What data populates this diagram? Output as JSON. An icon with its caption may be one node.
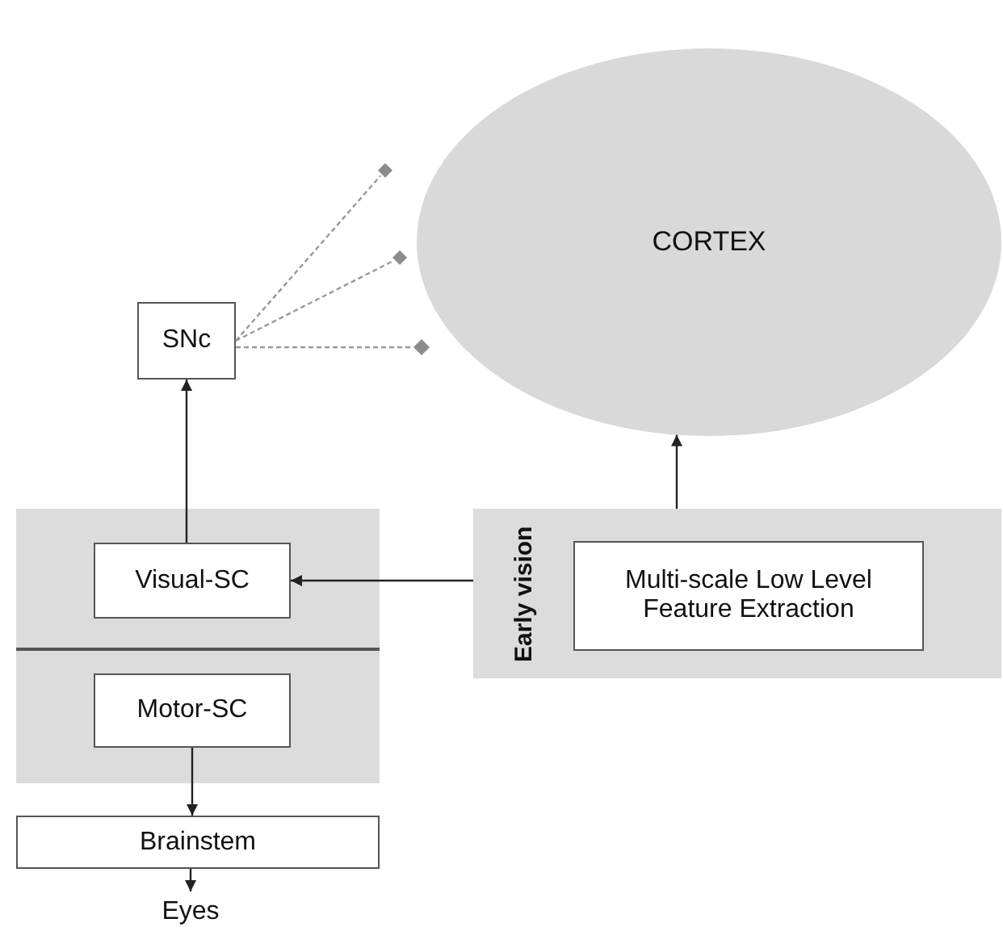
{
  "diagram": {
    "nodes": [
      {
        "text": [
          "CORTEX"
        ]
      },
      {
        "text": [
          "SNc"
        ]
      },
      {
        "text": [],
        "shape": "box"
      },
      {
        "text": [
          "Visual-SC"
        ],
        "in": 2
      },
      {
        "text": [
          "Motor-SC"
        ],
        "in": 2
      },
      {
        "text": [
          "Early vision"
        ]
      },
      {
        "text": [
          "Multi-scale Low Level Feature Extraction"
        ],
        "in": 5
      },
      {
        "text": [
          "Brainstem"
        ]
      },
      {
        "text": [
          "Eyes"
        ]
      },
      {
        "text": [],
        "shape": "diamond"
      },
      {
        "text": [],
        "shape": "diamond"
      },
      {
        "text": [],
        "shape": "diamond"
      }
    ],
    "edges": [
      {
        "from": 5,
        "to": 0,
        "arrow": "to"
      },
      {
        "from": 5,
        "to": 3,
        "arrow": "to"
      },
      {
        "from": 3,
        "to": 1,
        "arrow": "to"
      },
      {
        "from": 4,
        "to": 7,
        "arrow": "to"
      },
      {
        "from": 7,
        "to": 8,
        "arrow": "to"
      },
      {
        "from": 1,
        "to": 9,
        "arrow": "none",
        "style": "dashed",
        "color": "#999999"
      },
      {
        "from": 1,
        "to": 10,
        "arrow": "none",
        "style": "dashed",
        "color": "#999999"
      },
      {
        "from": 1,
        "to": 11,
        "arrow": "none",
        "style": "dashed",
        "color": "#999999"
      }
    ]
  }
}
